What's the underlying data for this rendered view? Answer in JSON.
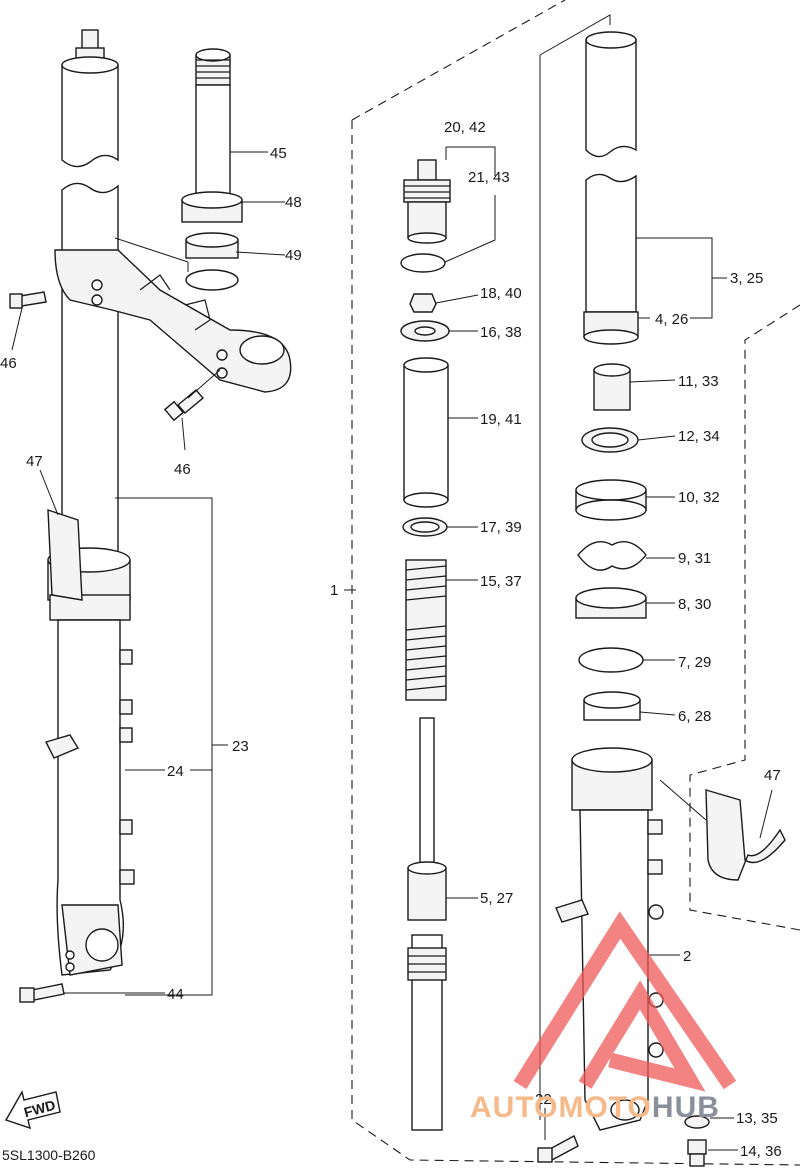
{
  "drawing_code": "5SL1300-B260",
  "fwd_label": "FWD",
  "watermark": {
    "brand_a": "AUTOMOTO",
    "brand_b": "HUB",
    "color_a": "#f5b98a",
    "color_b": "#8a8f99",
    "triangle_color": "#ef5a5a"
  },
  "callouts": {
    "c1": "1",
    "c2": "2",
    "c3": "3, 25",
    "c4": "4, 26",
    "c5": "5, 27",
    "c6": "6, 28",
    "c7": "7, 29",
    "c8": "8, 30",
    "c9": "9, 31",
    "c10": "10, 32",
    "c11": "11, 33",
    "c12": "12, 34",
    "c13": "13, 35",
    "c14": "14, 36",
    "c15": "15, 37",
    "c16": "16, 38",
    "c17": "17, 39",
    "c18": "18, 40",
    "c19": "19, 41",
    "c20": "20, 42",
    "c21": "21, 43",
    "c22": "22",
    "c23": "23",
    "c24": "24",
    "c44": "44",
    "c45": "45",
    "c46a": "46",
    "c46b": "46",
    "c47a": "47",
    "c47b": "47",
    "c48": "48",
    "c49": "49"
  }
}
